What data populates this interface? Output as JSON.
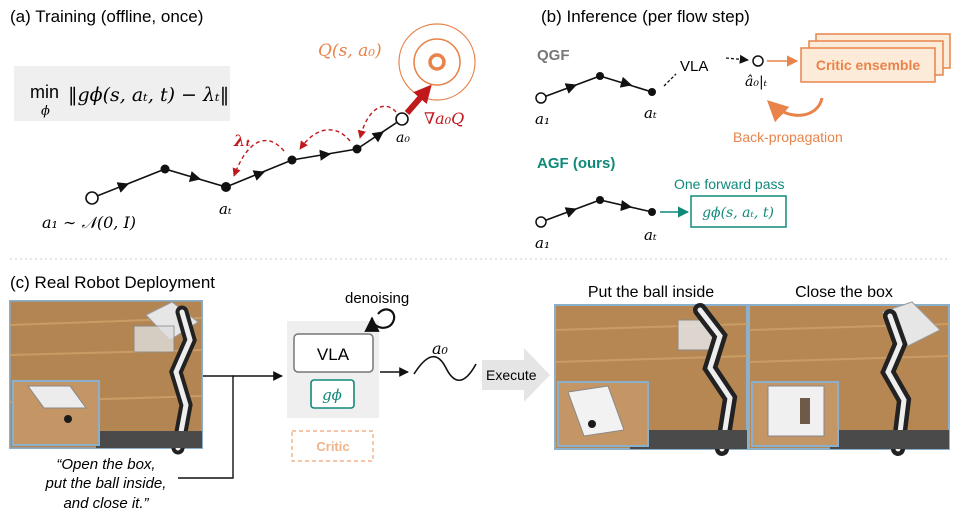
{
  "colors": {
    "orange": "#e8834a",
    "red": "#c0191c",
    "teal": "#11897a",
    "gray": "#777777",
    "panel_bg": "#efefef",
    "critic_fill": "#fdebd9"
  },
  "panel_a": {
    "title": "(a) Training (offline, once)",
    "objective": {
      "min": "min",
      "sub": "ϕ",
      "expr": "‖gϕ(s, aₜ, t) − λₜ‖"
    },
    "q_label": "Q(s, a₀)",
    "grad_label": "∇a₀Q",
    "lambda_label": "λₜ",
    "a0_label": "a₀",
    "at_label": "aₜ",
    "a1_label": "a₁ ∼ 𝒩(0, I)"
  },
  "panel_b": {
    "title": "(b) Inference (per flow step)",
    "qgf_label": "QGF",
    "vla_label": "VLA",
    "ahat_label": "â₀|ₜ",
    "critic_label": "Critic ensemble",
    "backprop_label": "Back-propagation",
    "agf_label": "AGF (ours)",
    "forward_label": "One forward pass",
    "g_box_label": "gϕ(s, aₜ, t)",
    "a1_label": "a₁",
    "at_label": "aₜ"
  },
  "panel_c": {
    "title": "(c) Real Robot Deployment",
    "instruction_lines": [
      "“Open the box,",
      "put the ball inside,",
      "and close it.”"
    ],
    "denoising_label": "denoising",
    "vla_label": "VLA",
    "g_label": "gϕ",
    "critic_label": "Critic",
    "a0_label": "a₀",
    "execute_label": "Execute",
    "frame1_caption": "Put the ball inside",
    "frame2_caption": "Close the box"
  }
}
